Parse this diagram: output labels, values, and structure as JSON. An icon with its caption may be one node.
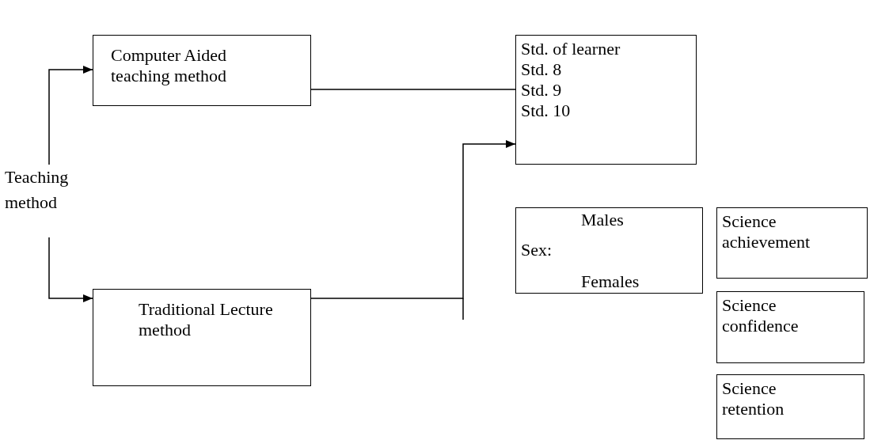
{
  "diagram": {
    "nodes": [
      {
        "text": [
          "Teaching method"
        ]
      },
      {
        "text": [
          "Computer Aided teaching method"
        ]
      },
      {
        "text": [
          "Std. of learner",
          "Std. 8",
          "Std. 9",
          "Std. 10"
        ]
      },
      {
        "text": [
          "Males",
          "Sex:",
          "Females"
        ]
      },
      {
        "text": [
          "Science achievement"
        ]
      },
      {
        "text": [
          "Science confidence"
        ]
      },
      {
        "text": [
          "Science retention"
        ]
      },
      {
        "text": [
          "Traditional Lecture method"
        ]
      }
    ],
    "edges": [
      {
        "from": 0,
        "to": 1,
        "arrow": "to"
      },
      {
        "from": 0,
        "to": 7,
        "arrow": "to"
      },
      {
        "from": 1,
        "to": 2,
        "arrow": "none"
      },
      {
        "from": 7,
        "to": 2,
        "arrow": "to"
      }
    ]
  }
}
